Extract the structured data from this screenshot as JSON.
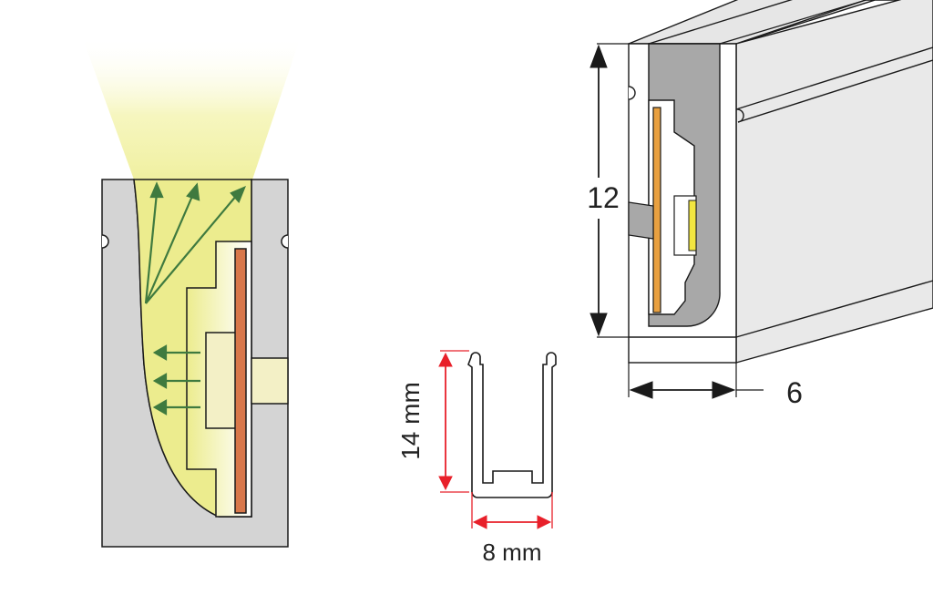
{
  "labels": {
    "profile_height": "14 mm",
    "profile_width": "8 mm",
    "strip_height": "12",
    "strip_width": "6"
  },
  "colors": {
    "silicone_gray": "#d4d4d4",
    "inner_gray": "#a8a8a8",
    "outline": "#1a1a1a",
    "light_yellow": "#ecec8e",
    "glow_yellow": "#f5f5b8",
    "pcb_orange": "#d8784a",
    "pcb_edge": "#e8a040",
    "arrow_green": "#3f7a3f",
    "dim_red": "#e8202a",
    "led_yellow": "#f2e640",
    "window_yellow": "#f3f0c6"
  },
  "icons": {
    "arrow_up": "green-arrow-light-ray",
    "arrow_left": "green-arrow-side-emission"
  }
}
